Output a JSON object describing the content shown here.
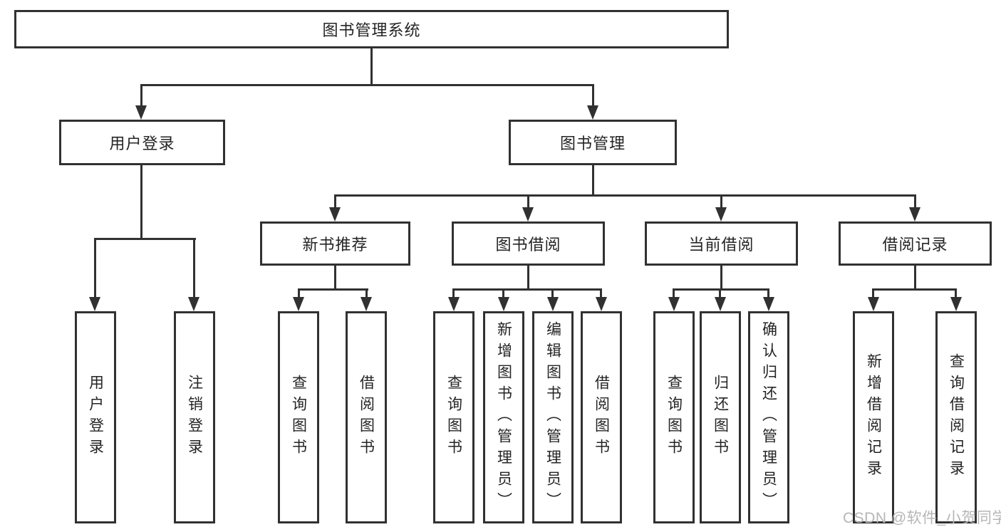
{
  "diagram": {
    "root": "图书管理系统",
    "level2": {
      "user_login": "用户登录",
      "book_mgmt": "图书管理"
    },
    "level3": {
      "new_books": "新书推荐",
      "book_borrow": "图书借阅",
      "current_borrow": "当前借阅",
      "borrow_records": "借阅记录"
    },
    "leaves": {
      "user_login": [
        "用户登录",
        "注销登录"
      ],
      "new_books": [
        "查询图书",
        "借阅图书"
      ],
      "book_borrow": [
        "查询图书",
        "新增图书（管理员）",
        "编辑图书（管理员）",
        "借阅图书"
      ],
      "current_borrow": [
        "查询图书",
        "归还图书",
        "确认归还（管理员）"
      ],
      "borrow_records": [
        "新增借阅记录",
        "查询借阅记录"
      ]
    },
    "watermark": "CSDN @软件_小贺同学",
    "colors": {
      "line": "#313131",
      "text": "#242424",
      "watermark": "#b6b6b6",
      "background": "#ffffff"
    }
  }
}
